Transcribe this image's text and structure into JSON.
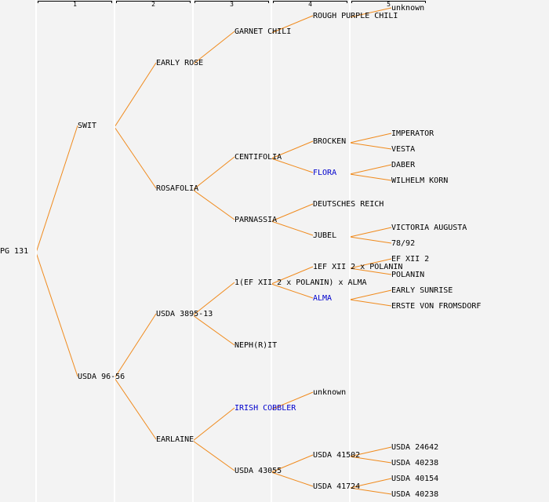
{
  "colors": {
    "background": "#f3f3f3",
    "separator": "#ffffff",
    "edge": "#f08a1c",
    "text": "#000000",
    "link_text": "#0000cc"
  },
  "generations": [
    {
      "label": "1"
    },
    {
      "label": "2"
    },
    {
      "label": "3"
    },
    {
      "label": "4"
    },
    {
      "label": "5"
    }
  ],
  "pedigree": {
    "root": {
      "id": "n0",
      "name": "PG 131",
      "gen": 0,
      "row": 32
    },
    "nodes": [
      {
        "id": "n1",
        "name": "SWIT",
        "gen": 1,
        "row": 16,
        "parent": "n0"
      },
      {
        "id": "n2",
        "name": "USDA 96-56",
        "gen": 1,
        "row": 48,
        "parent": "n0"
      },
      {
        "id": "n3",
        "name": "EARLY ROSE",
        "gen": 2,
        "row": 8,
        "parent": "n1"
      },
      {
        "id": "n4",
        "name": "ROSAFOLIA",
        "gen": 2,
        "row": 24,
        "parent": "n1"
      },
      {
        "id": "n5",
        "name": "USDA 3895-13",
        "gen": 2,
        "row": 40,
        "parent": "n2"
      },
      {
        "id": "n6",
        "name": "EARLAINE",
        "gen": 2,
        "row": 56,
        "parent": "n2"
      },
      {
        "id": "n7",
        "name": "GARNET CHILI",
        "gen": 3,
        "row": 4,
        "parent": "n3"
      },
      {
        "id": "n8",
        "name": "CENTIFOLIA",
        "gen": 3,
        "row": 20,
        "parent": "n4"
      },
      {
        "id": "n9",
        "name": "PARNASSIA",
        "gen": 3,
        "row": 28,
        "parent": "n4"
      },
      {
        "id": "n10",
        "name": "1(EF XII 2 x POLANIN) x ALMA",
        "gen": 3,
        "row": 36,
        "parent": "n5"
      },
      {
        "id": "n11",
        "name": "NEPH(R)IT",
        "gen": 3,
        "row": 44,
        "parent": "n5"
      },
      {
        "id": "n12",
        "name": "IRISH COBBLER",
        "gen": 3,
        "row": 52,
        "parent": "n6",
        "link": true
      },
      {
        "id": "n13",
        "name": "USDA 43055",
        "gen": 3,
        "row": 60,
        "parent": "n6"
      },
      {
        "id": "n14",
        "name": "ROUGH PURPLE CHILI",
        "gen": 4,
        "row": 2,
        "parent": "n7"
      },
      {
        "id": "n15",
        "name": "BROCKEN",
        "gen": 4,
        "row": 18,
        "parent": "n8"
      },
      {
        "id": "n16",
        "name": "FLORA",
        "gen": 4,
        "row": 22,
        "parent": "n8",
        "link": true
      },
      {
        "id": "n17",
        "name": "DEUTSCHES REICH",
        "gen": 4,
        "row": 26,
        "parent": "n9"
      },
      {
        "id": "n18",
        "name": "JUBEL",
        "gen": 4,
        "row": 30,
        "parent": "n9"
      },
      {
        "id": "n19",
        "name": "1EF XII 2 x POLANIN",
        "gen": 4,
        "row": 34,
        "parent": "n10"
      },
      {
        "id": "n20",
        "name": "ALMA",
        "gen": 4,
        "row": 38,
        "parent": "n10",
        "link": true
      },
      {
        "id": "n21",
        "name": "unknown",
        "gen": 4,
        "row": 50,
        "parent": "n12"
      },
      {
        "id": "n22",
        "name": "USDA 41502",
        "gen": 4,
        "row": 58,
        "parent": "n13"
      },
      {
        "id": "n23",
        "name": "USDA 41724",
        "gen": 4,
        "row": 62,
        "parent": "n13"
      },
      {
        "id": "n24",
        "name": "unknown",
        "gen": 5,
        "row": 1,
        "parent": "n14"
      },
      {
        "id": "n25",
        "name": "IMPERATOR",
        "gen": 5,
        "row": 17,
        "parent": "n15"
      },
      {
        "id": "n26",
        "name": "VESTA",
        "gen": 5,
        "row": 19,
        "parent": "n15"
      },
      {
        "id": "n27",
        "name": "DABER",
        "gen": 5,
        "row": 21,
        "parent": "n16"
      },
      {
        "id": "n28",
        "name": "WILHELM KORN",
        "gen": 5,
        "row": 23,
        "parent": "n16"
      },
      {
        "id": "n29",
        "name": "VICTORIA AUGUSTA",
        "gen": 5,
        "row": 29,
        "parent": "n18"
      },
      {
        "id": "n30",
        "name": "78/92",
        "gen": 5,
        "row": 31,
        "parent": "n18"
      },
      {
        "id": "n31",
        "name": "EF XII 2",
        "gen": 5,
        "row": 33,
        "parent": "n19"
      },
      {
        "id": "n32",
        "name": "POLANIN",
        "gen": 5,
        "row": 35,
        "parent": "n19"
      },
      {
        "id": "n33",
        "name": "EARLY SUNRISE",
        "gen": 5,
        "row": 37,
        "parent": "n20"
      },
      {
        "id": "n34",
        "name": "ERSTE VON FROMSDORF",
        "gen": 5,
        "row": 39,
        "parent": "n20"
      },
      {
        "id": "n35",
        "name": "USDA 24642",
        "gen": 5,
        "row": 57,
        "parent": "n22"
      },
      {
        "id": "n36",
        "name": "USDA 40238",
        "gen": 5,
        "row": 59,
        "parent": "n22"
      },
      {
        "id": "n37",
        "name": "USDA 40154",
        "gen": 5,
        "row": 61,
        "parent": "n23"
      },
      {
        "id": "n38",
        "name": "USDA 40238",
        "gen": 5,
        "row": 63,
        "parent": "n23"
      }
    ]
  }
}
